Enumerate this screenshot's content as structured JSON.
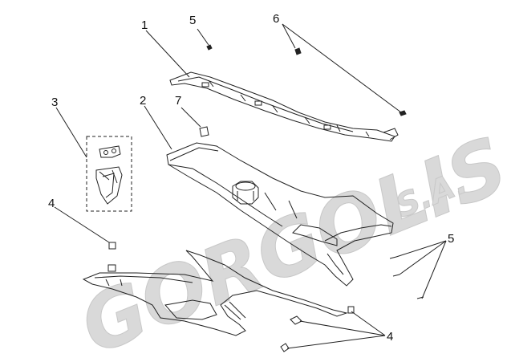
{
  "watermark": {
    "brand": "GORGOLIS",
    "suffix": "S.A.",
    "color": "#d9d9d9"
  },
  "callouts": {
    "c1": "1",
    "c2": "2",
    "c3": "3",
    "c4_left": "4",
    "c4_bottom": "4",
    "c5_top": "5",
    "c5_right": "5",
    "c6": "6",
    "c7": "7"
  },
  "colors": {
    "line": "#222222",
    "background": "#ffffff"
  }
}
